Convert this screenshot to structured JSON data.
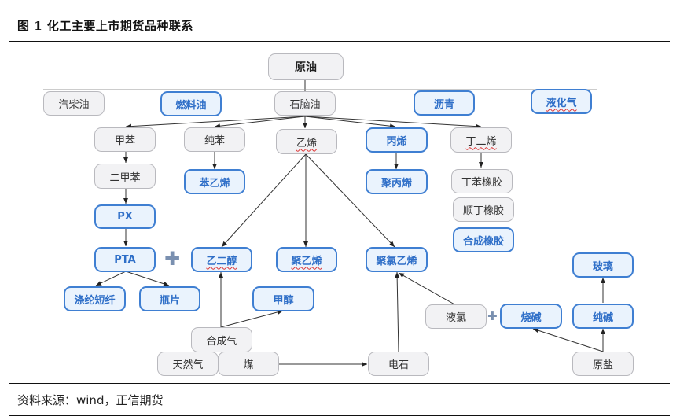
{
  "figure": {
    "title": "图 1  化工主要上市期货品种联系",
    "source": "资料来源：wind，正信期货"
  },
  "colors": {
    "product_border": "#3f7fd2",
    "product_text": "#2f6fc8",
    "product_fill": "#eaf3fd",
    "raw_fill": "#f2f2f4",
    "raw_border": "#b9b9be"
  },
  "nodes": {
    "crude_oil": "原油",
    "diesel": "汽柴油",
    "fuel_oil": "燃料油",
    "naphtha": "石脑油",
    "asphalt": "沥青",
    "lpg": "液化气",
    "toluene": "甲苯",
    "benzene": "纯苯",
    "ethylene": "乙烯",
    "propylene": "丙烯",
    "butadiene": "丁二烯",
    "xylene": "二甲苯",
    "styrene": "苯乙烯",
    "polypropylene": "聚丙烯",
    "sbr": "丁苯橡胶",
    "br": "顺丁橡胶",
    "synthetic_rubber": "合成橡胶",
    "px": "PX",
    "pta": "PTA",
    "meg": "乙二醇",
    "polyethylene": "聚乙烯",
    "pvc": "聚氯乙烯",
    "glass": "玻璃",
    "polyester_staple": "涤纶短纤",
    "bottle_chip": "瓶片",
    "methanol": "甲醇",
    "liquid_chlorine": "液氯",
    "caustic_soda": "烧碱",
    "soda_ash": "纯碱",
    "syngas": "合成气",
    "natural_gas": "天然气",
    "coal": "煤",
    "calcium_carbide": "电石",
    "raw_salt": "原盐"
  }
}
